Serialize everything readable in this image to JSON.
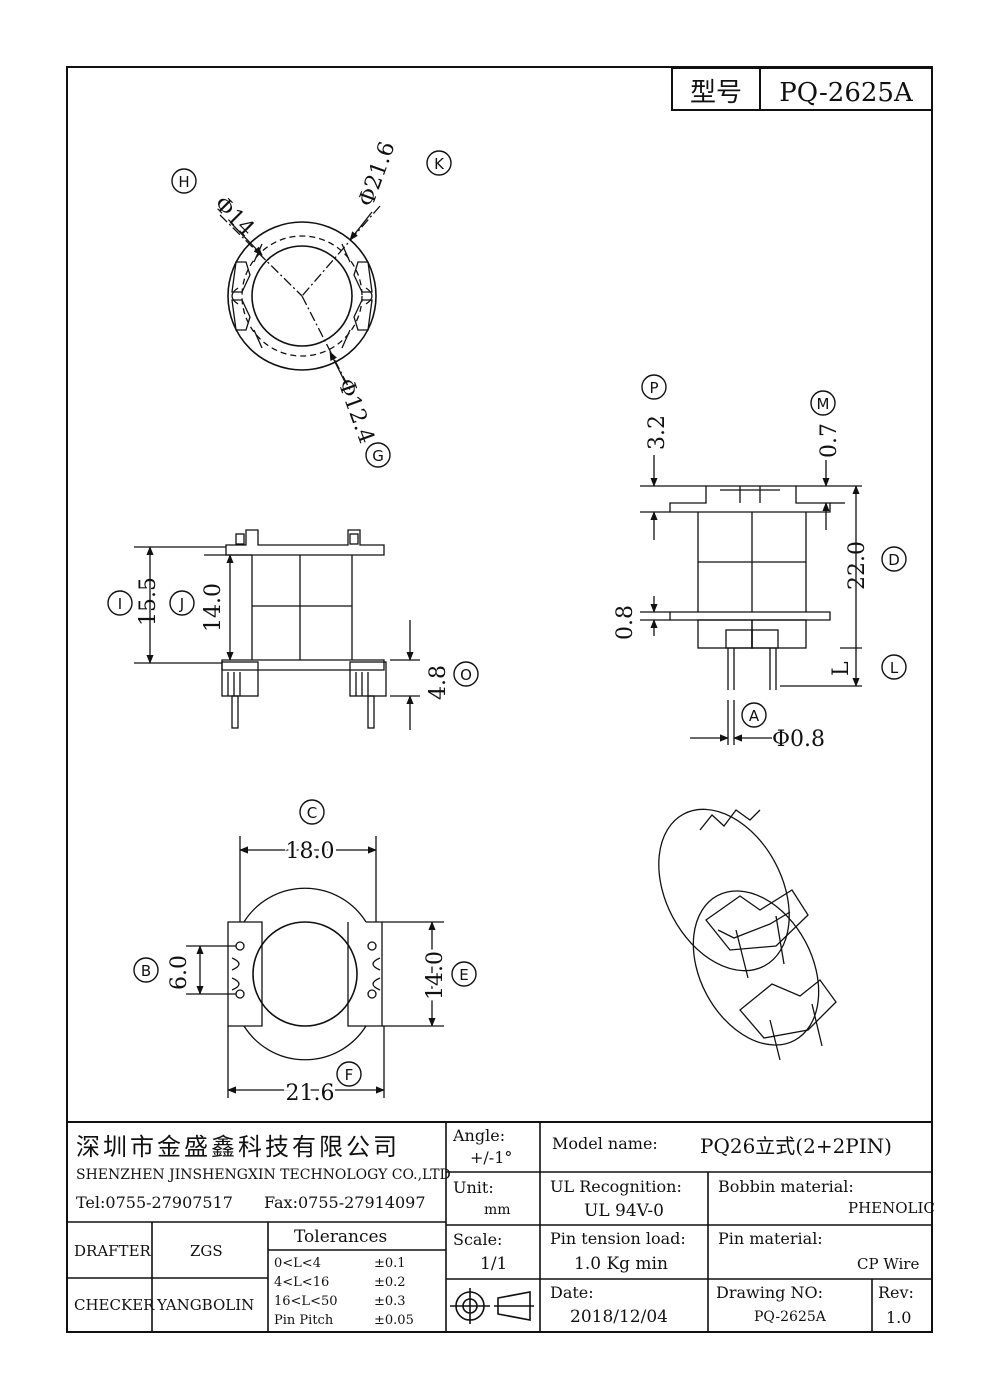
{
  "model_box": {
    "label": "型号",
    "value": "PQ-2625A"
  },
  "callouts": {
    "A": "A",
    "B": "B",
    "C": "C",
    "D": "D",
    "E": "E",
    "F": "F",
    "G": "G",
    "H": "H",
    "I": "I",
    "J": "J",
    "K": "K",
    "L": "L",
    "M": "M",
    "O": "O",
    "P": "P"
  },
  "dimensions": {
    "phi21_6": "Φ21.6",
    "phi14": "Φ14",
    "phi12_4": "Φ12.4",
    "d15_5": "15.5",
    "d14_0_side": "14.0",
    "d4_8": "4.8",
    "d3_2": "3.2",
    "d0_7": "0.7",
    "d22_0": "22.0",
    "d0_8": "0.8",
    "dL": "L",
    "phi0_8": "Φ0.8",
    "d18_0": "18.0",
    "d6_0": "6.0",
    "d14_0_bottom": "14.0",
    "d21_6": "21.6"
  },
  "title_block": {
    "company_cn": "深圳市金盛鑫科技有限公司",
    "company_en": "SHENZHEN JINSHENGXIN TECHNOLOGY CO.,LTD",
    "tel": "Tel:0755-27907517",
    "fax": "Fax:0755-27914097",
    "drafter_label": "DRAFTER",
    "drafter_value": "ZGS",
    "checker_label": "CHECKER",
    "checker_value": "YANGBOLIN",
    "tolerances_label": "Tolerances",
    "tolerances": [
      {
        "range": "0<L<4",
        "value": "±0.1"
      },
      {
        "range": "4<L<16",
        "value": "±0.2"
      },
      {
        "range": "16<L<50",
        "value": "±0.3"
      },
      {
        "range": "Pin Pitch",
        "value": "±0.05"
      }
    ],
    "angle_label": "Angle:",
    "angle_value": "+/-1°",
    "unit_label": "Unit:",
    "unit_value": "mm",
    "scale_label": "Scale:",
    "scale_value": "1/1",
    "model_label": "Model name:",
    "model_value": "PQ26立式(2+2PIN)",
    "ul_label": "UL Recognition:",
    "ul_value": "UL 94V-0",
    "bobbin_label": "Bobbin material:",
    "bobbin_value": "PHENOLIC",
    "pin_tension_label": "Pin tension load:",
    "pin_tension_value": "1.0 Kg min",
    "pin_material_label": "Pin material:",
    "pin_material_value": "CP Wire",
    "date_label": "Date:",
    "date_value": "2018/12/04",
    "drawing_no_label": "Drawing NO:",
    "drawing_no_value": "PQ-2625A",
    "rev_label": "Rev:",
    "rev_value": "1.0"
  }
}
